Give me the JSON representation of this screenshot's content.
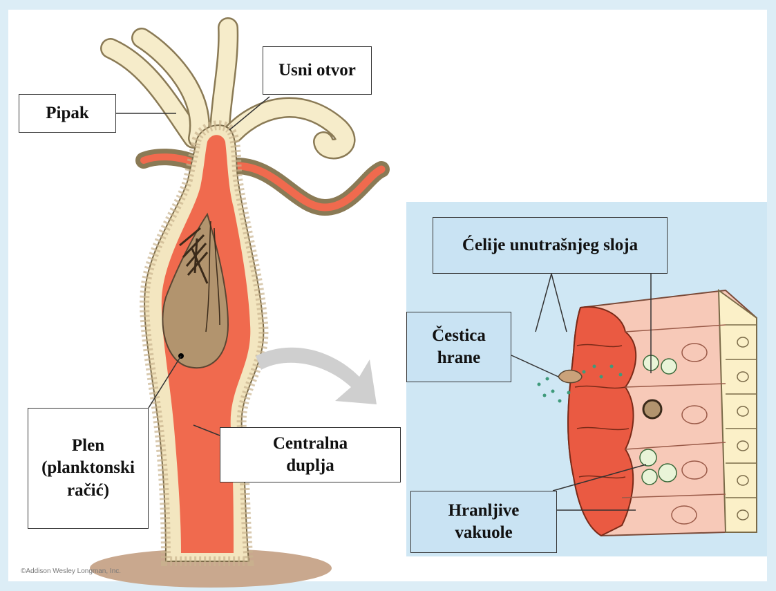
{
  "labels": {
    "pipak": "Pipak",
    "usni_otvor": "Usni otvor",
    "plen": [
      "Plen",
      "(planktonski",
      "račić)"
    ],
    "centralna_duplja": [
      "Centralna",
      "duplja"
    ],
    "celije": "Ćelije unutrašnjeg sloja",
    "cestica_hrane": [
      "Čestica",
      "hrane"
    ],
    "hranljive_vakuole": [
      "Hranljive",
      "vakuole"
    ]
  },
  "credit": "©Addison Wesley Longman, Inc.",
  "colors": {
    "background": "#dcedf6",
    "inset_panel": "#cfe7f4",
    "outer_layer": "#f3e6c0",
    "inner_cavity": "#f06a4e",
    "prey": "#b2946e",
    "ground": "#c9a88e"
  }
}
